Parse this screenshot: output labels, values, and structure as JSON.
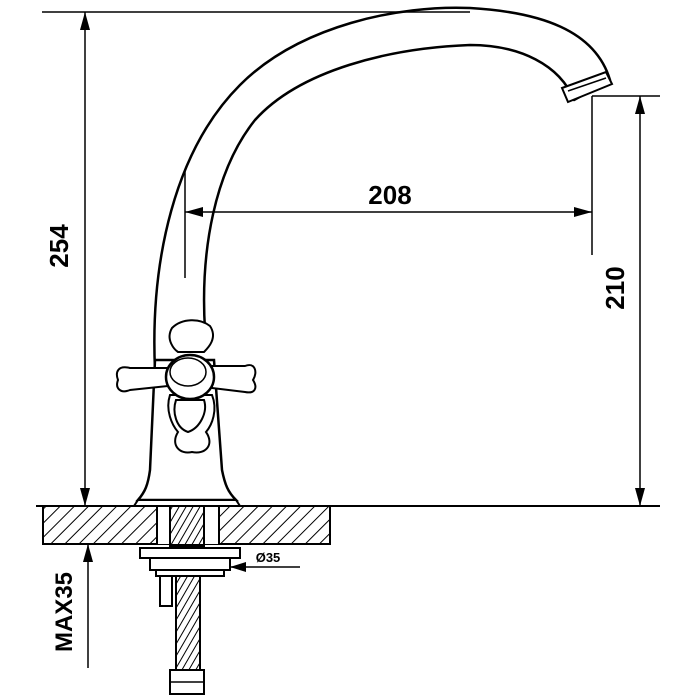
{
  "dimensions": {
    "total_height": "254",
    "spout_reach": "208",
    "spout_height": "210",
    "max_mount_thickness": "MAX35",
    "hole_diameter": "Ø35"
  },
  "colors": {
    "line": "#000000",
    "background": "#ffffff"
  },
  "icons": {
    "handle": "cross-handle-icon",
    "hatch": "countertop-hatch"
  }
}
